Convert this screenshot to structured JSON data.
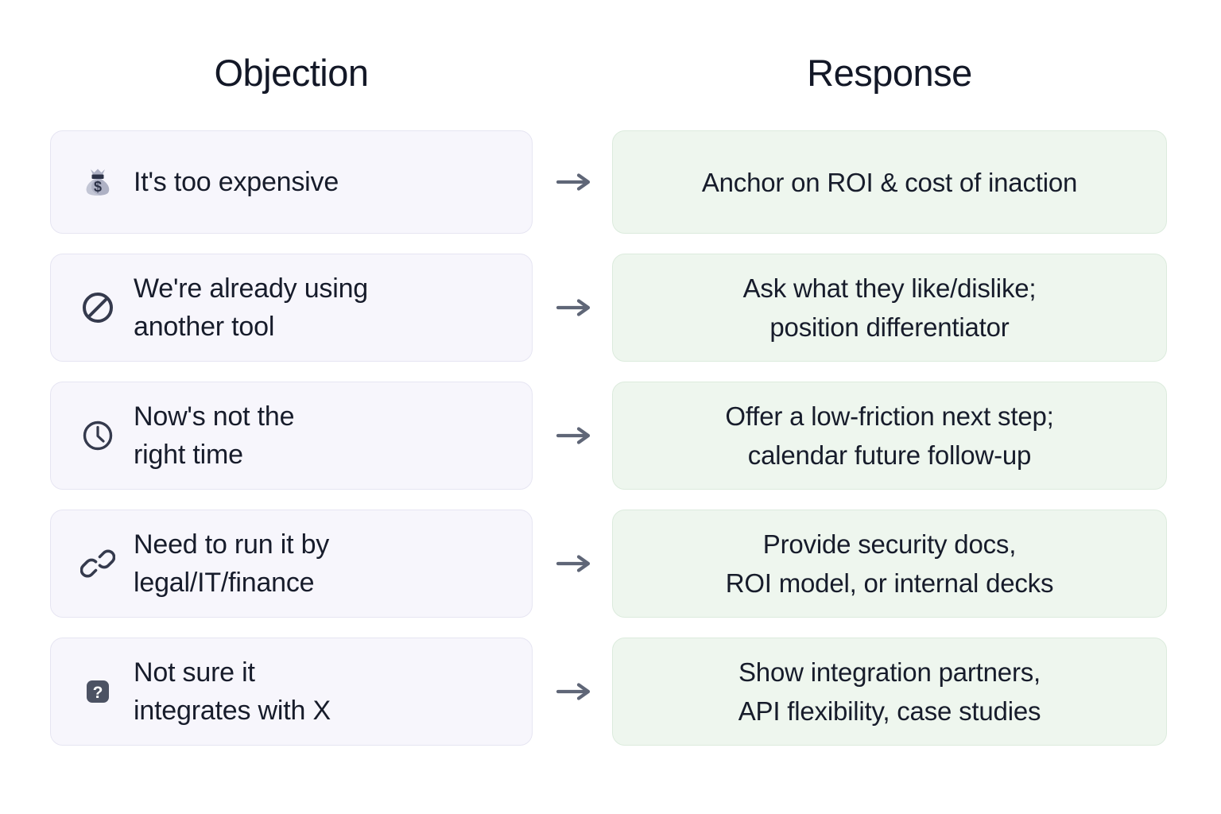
{
  "headers": {
    "objection": "Objection",
    "response": "Response"
  },
  "arrow_glyph": "→",
  "colors": {
    "page_background": "#ffffff",
    "objection_card_bg": "#f7f6fc",
    "objection_card_border": "#e6e5f2",
    "response_card_bg": "#eef6ee",
    "response_card_border": "#dcebdd",
    "text": "#171c2b",
    "arrow": "#5f6677",
    "icon_dark": "#353a4d",
    "money_bag_body": "#aeb1c4",
    "money_bag_tie": "#2c3247"
  },
  "rows": [
    {
      "icon": "money-bag-icon",
      "objection_line1": "It's too expensive",
      "objection_line2": "",
      "response_line1": "Anchor on ROI & cost of inaction",
      "response_line2": ""
    },
    {
      "icon": "prohibited-icon",
      "objection_line1": "We're already using",
      "objection_line2": "another tool",
      "response_line1": "Ask what they like/dislike;",
      "response_line2": "position differentiator"
    },
    {
      "icon": "clock-icon",
      "objection_line1": "Now's not the",
      "objection_line2": "right time",
      "response_line1": "Offer a low-friction next step;",
      "response_line2": "calendar future follow-up"
    },
    {
      "icon": "link-icon",
      "objection_line1": "Need to run it by",
      "objection_line2": "legal/IT/finance",
      "response_line1": "Provide security docs,",
      "response_line2": "ROI model, or internal decks"
    },
    {
      "icon": "question-box-icon",
      "objection_line1": "Not sure it",
      "objection_line2": "integrates with X",
      "response_line1": "Show integration partners,",
      "response_line2": "API flexibility, case studies"
    }
  ]
}
